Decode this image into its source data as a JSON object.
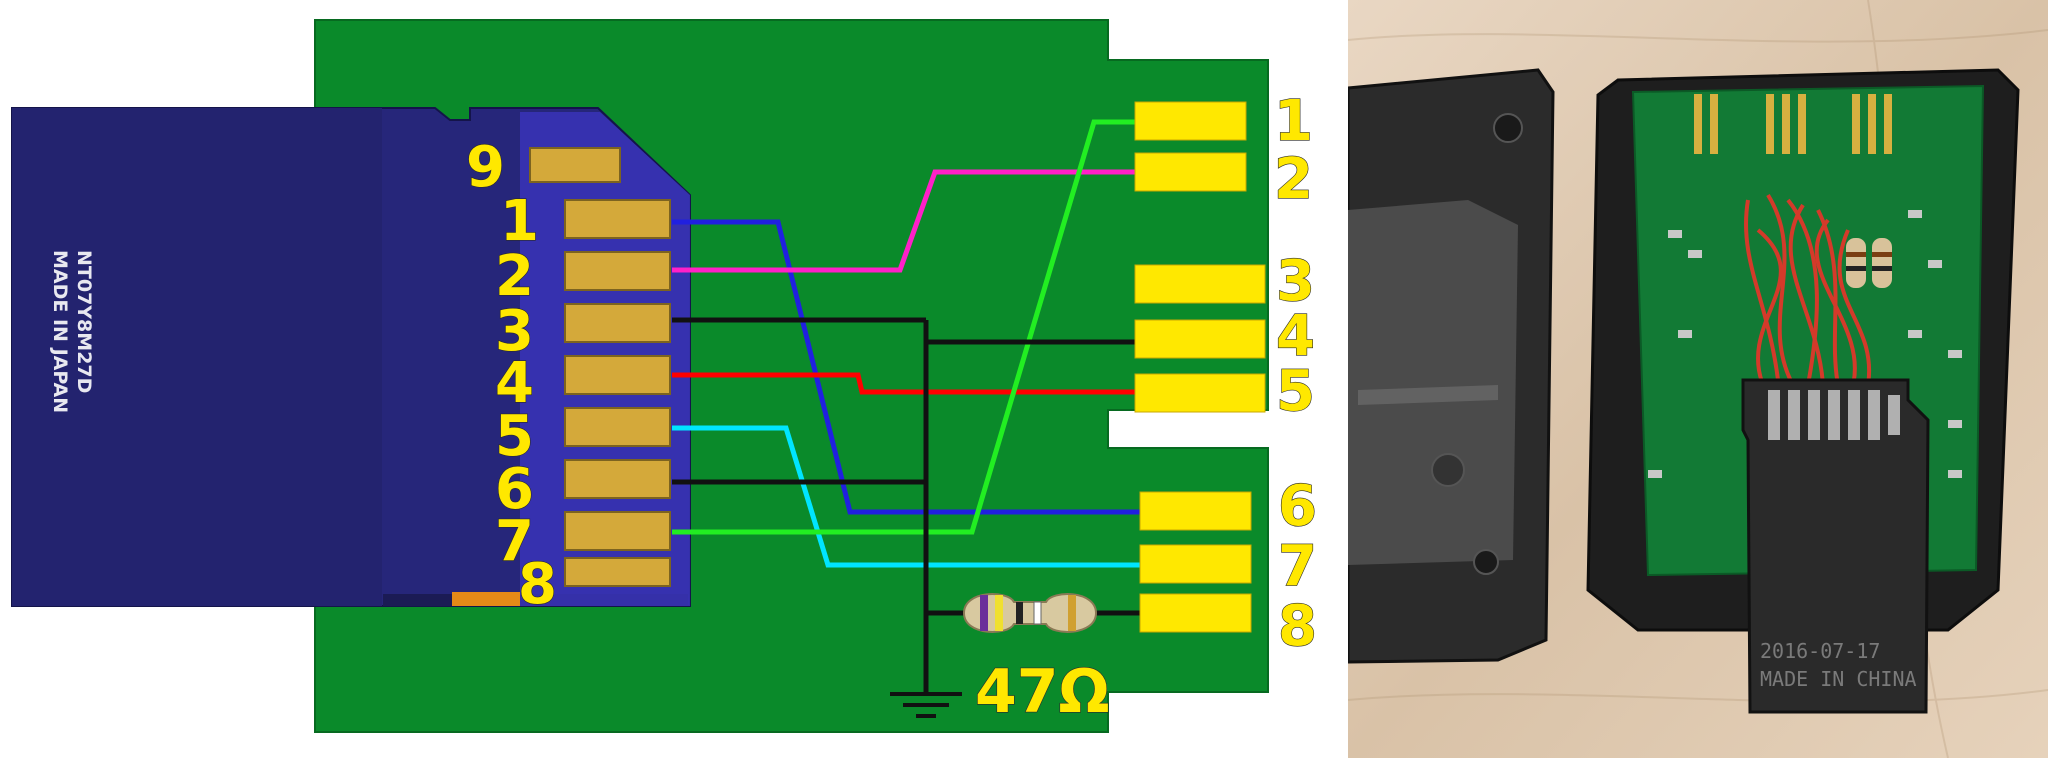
{
  "sd_card": {
    "print_line1": "NT07Y8M27D",
    "print_line2": "MADE IN JAPAN",
    "pins": [
      "9",
      "1",
      "2",
      "3",
      "4",
      "5",
      "6",
      "7",
      "8"
    ]
  },
  "connector": {
    "pins": [
      "1",
      "2",
      "3",
      "4",
      "5",
      "6",
      "7",
      "8"
    ]
  },
  "resistor": {
    "label": "47Ω"
  },
  "photo": {
    "chip_line1": "2016-07-17",
    "chip_line2": "MADE IN CHINA"
  },
  "colors": {
    "pcb": "#0a8a2a",
    "card": "#26267a",
    "gold": "#d4a93a",
    "yellow_label": "#ffe800",
    "wire_sd1": "#2020e0",
    "wire_sd2": "#ff20c8",
    "wire_gnd": "#111111",
    "wire_sd4": "#ff0000",
    "wire_sd5": "#00e5ff",
    "wire_sd7": "#22ee22"
  },
  "icons": [
    "ground-icon",
    "resistor-icon"
  ]
}
